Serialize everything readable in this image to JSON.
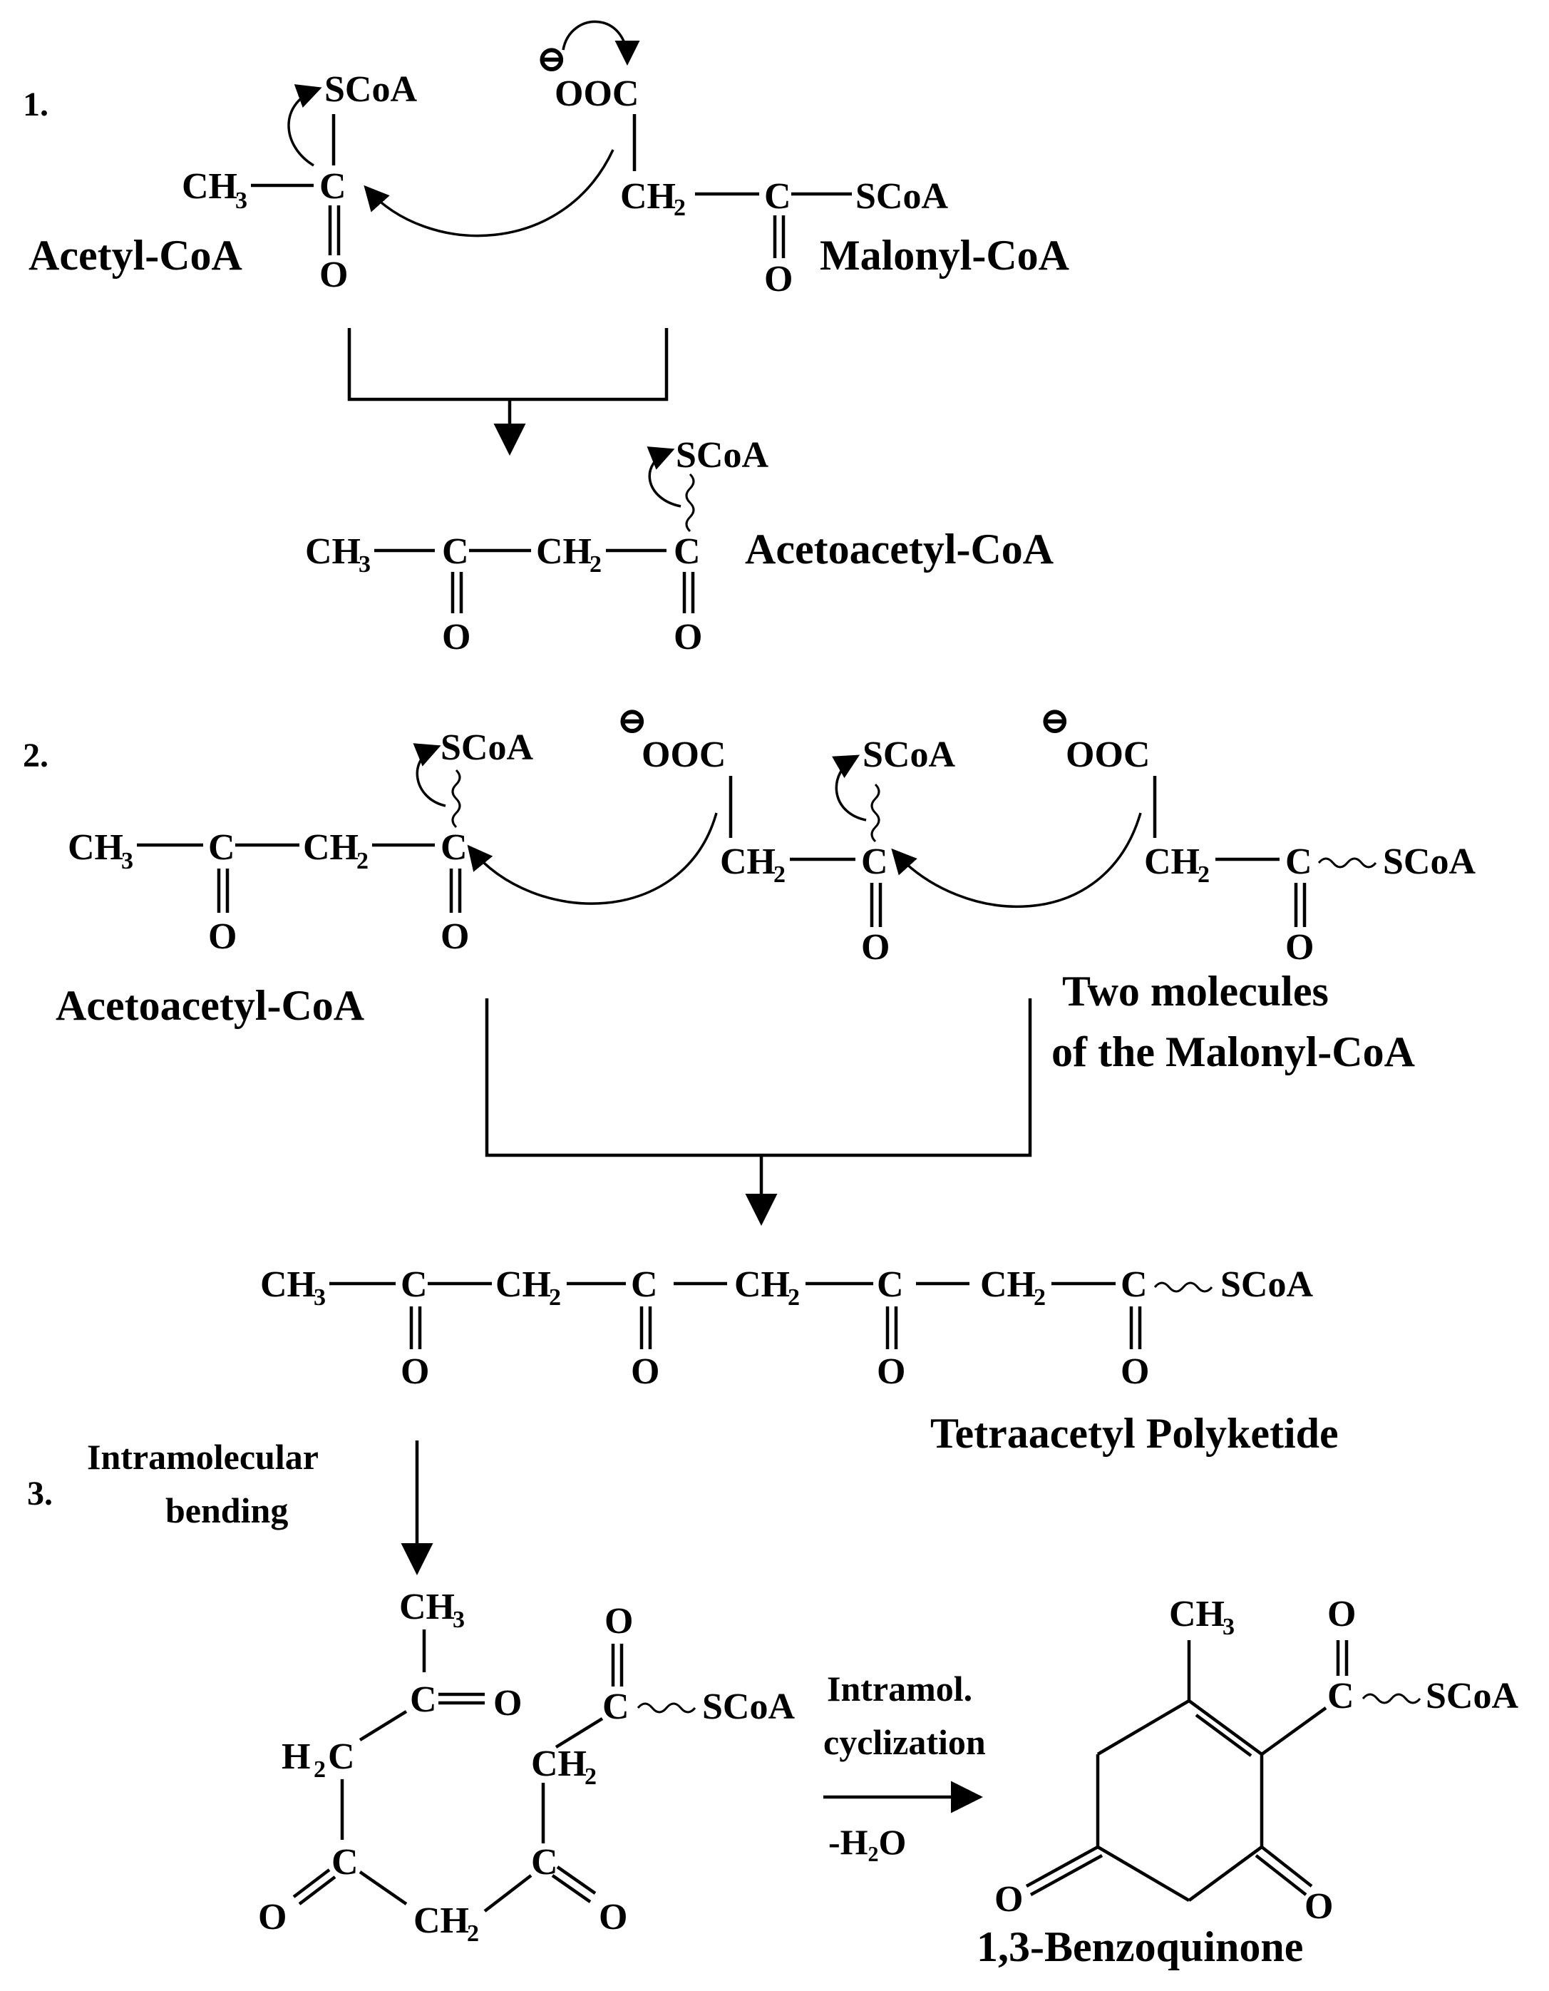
{
  "steps": {
    "one": "1.",
    "two": "2.",
    "three": "3."
  },
  "compounds": {
    "acetyl_coa": "Acetyl-CoA",
    "malonyl_coa": "Malonyl-CoA",
    "acetoacetyl_coa": "Acetoacetyl-CoA",
    "acetoacetyl_coa_2": "Acetoacetyl-CoA",
    "two_malonyl_line1": "Two molecules",
    "two_malonyl_line2": "of the Malonyl-CoA",
    "tetraacetyl": "Tetraacetyl Polyketide",
    "product": "1,3-Benzoquinone"
  },
  "conditions": {
    "bending_line1": "Intramolecular",
    "bending_line2": "bending",
    "cyclization_line1": "Intramol.",
    "cyclization_line2": "cyclization",
    "water": "-H₂O"
  },
  "atoms": {
    "scoa": "SCoA",
    "ooc": "OOC",
    "ch3": "CH",
    "ch2": "CH",
    "h2c": "H",
    "c": "C",
    "o": "O",
    "sub2": "2",
    "sub3": "3",
    "minus": "⊖"
  }
}
